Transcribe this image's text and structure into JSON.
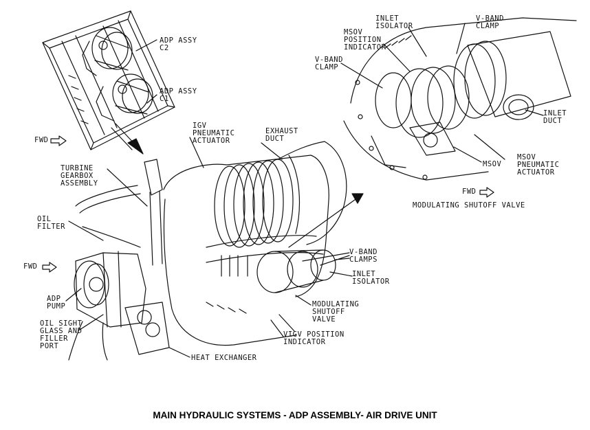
{
  "title": "MAIN HYDRAULIC SYSTEMS - ADP ASSEMBLY- AIR DRIVE UNIT",
  "labels": {
    "adp_assy_c2": "ADP ASSY\nC2",
    "adp_assy_c1": "ADP ASSY\nC1",
    "fwd": "FWD",
    "igv_pneumatic_actuator": "IGV\nPNEUMATIC\nACTUATOR",
    "exhaust_duct": "EXHAUST\nDUCT",
    "turbine_gearbox_assembly": "TURBINE\nGEARBOX\nASSEMBLY",
    "oil_filter": "OIL\nFILTER",
    "adp_pump": "ADP\nPUMP",
    "oil_sight_glass": "OIL SIGHT\nGLASS AND\nFILLER\nPORT",
    "heat_exchanger": "HEAT EXCHANGER",
    "vigv_position_indicator": "VIGV POSITION\nINDICATOR",
    "modulating_shutoff_valve": "MODULATING\nSHUTOFF\nVALVE",
    "v_band_clamps": "V-BAND\nCLAMPS",
    "inlet_isolator_main": "INLET\nISOLATOR",
    "inlet_isolator_detail": "INLET\nISOLATOR",
    "v_band_clamp_top": "V-BAND\nCLAMP",
    "msov_position_indicator": "MSOV\nPOSITION\nINDICATOR",
    "v_band_clamp_left": "V-BAND\nCLAMP",
    "inlet_duct": "INLET\nDUCT",
    "msov": "MSOV",
    "msov_pneumatic_actuator": "MSOV\nPNEUMATIC\nACTUATOR",
    "modulating_shutoff_valve_caption": "MODULATING SHUTOFF VALVE"
  }
}
